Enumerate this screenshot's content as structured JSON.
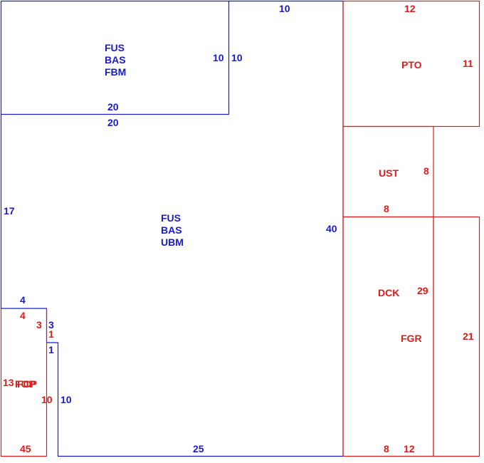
{
  "colors": {
    "blue": "#1a1acc",
    "red": "#e01b1b"
  },
  "regions": {
    "fbm": {
      "line1": "FUS",
      "line2": "BAS",
      "line3": "FBM"
    },
    "ubm": {
      "line1": "FUS",
      "line2": "BAS",
      "line3": "UBM"
    },
    "pto": "PTO",
    "ust": "UST",
    "dck": "DCK",
    "fgr": "FGR",
    "foot_a": "FOP",
    "foot_b": "FCP"
  },
  "dims": {
    "top_mid": "10",
    "pto_top": "12",
    "fbm_right_inner": "10",
    "fbm_right_outer": "10",
    "pto_right": "11",
    "fbm_bottom": "20",
    "ubm_top": "20",
    "ust_right": "8",
    "ust_bottom": "8",
    "left_side": "17",
    "ubm_right": "40",
    "step_blue_top": "4",
    "step_red_top": "4",
    "step_red_left": "3",
    "step_blue_3": "3",
    "step_red_1": "1",
    "step_blue_1": "1",
    "dck_val": "29",
    "fgr_right": "21",
    "foot_left": "13",
    "foot_red_10": "10",
    "foot_blue_10": "10",
    "bottom_45": "45",
    "bottom_25": "25",
    "bottom_8": "8",
    "bottom_12": "12"
  }
}
